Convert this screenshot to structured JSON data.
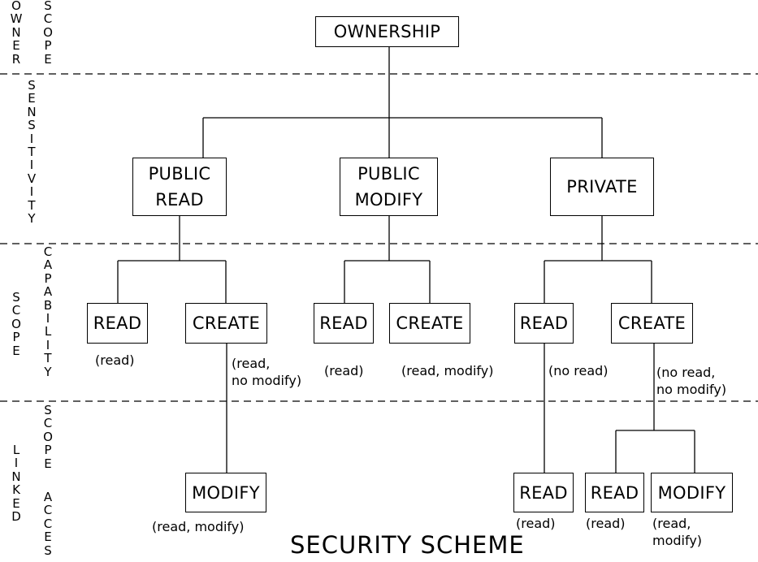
{
  "title": "SECURITY SCHEME",
  "side_labels": {
    "owner": "OWNER",
    "scope_top": "SCOPE",
    "sensitivity": "SENSITIVITY",
    "scope_mid": "SCOPE",
    "capability": "CAPABILITY",
    "linked": "LINKED",
    "scope_bottom": "SCOPE",
    "acces": "ACCES"
  },
  "nodes": {
    "ownership": "OWNERSHIP",
    "public_read": [
      "PUBLIC",
      "READ"
    ],
    "public_modify": [
      "PUBLIC",
      "MODIFY"
    ],
    "private": "PRIVATE",
    "pr_read": "READ",
    "pr_create": "CREATE",
    "pm_read": "READ",
    "pm_create": "CREATE",
    "pv_read": "READ",
    "pv_create": "CREATE",
    "pr_modify": "MODIFY",
    "pv_read_linked": "READ",
    "pv_create_read": "READ",
    "pv_create_modify": "MODIFY"
  },
  "notes": {
    "pr_read": "(read)",
    "pr_create": [
      "(read,",
      "no modify)"
    ],
    "pm_read": "(read)",
    "pm_create": "(read, modify)",
    "pv_read": "(no read)",
    "pv_create": [
      "(no read,",
      "no modify)"
    ],
    "pr_modify": "(read, modify)",
    "pv_read_linked": "(read)",
    "pv_create_read": "(read)",
    "pv_create_modify": [
      "(read,",
      "modify)"
    ]
  }
}
